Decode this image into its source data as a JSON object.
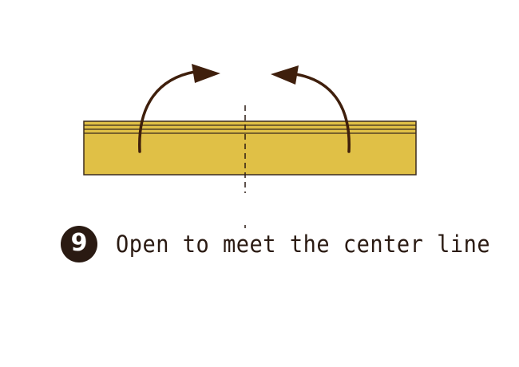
{
  "colors": {
    "paper_fill": "#e0c046",
    "outline": "#3a2a1e",
    "arrow": "#3f1f0c",
    "badge": "#2a1a12",
    "background": "#ffffff"
  },
  "diagram": {
    "paper": "folded-strip",
    "fold_line": "dashed-center-line",
    "arrows": [
      "open-left-arrow",
      "open-right-arrow"
    ]
  },
  "step": {
    "number": "9",
    "instruction": "Open to meet the center line"
  }
}
